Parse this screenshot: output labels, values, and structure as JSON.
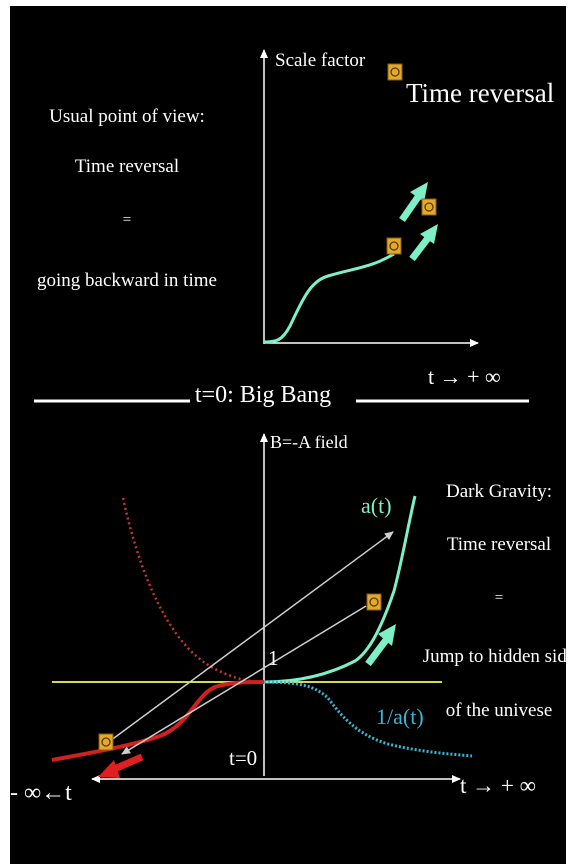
{
  "colors": {
    "background": "#000000",
    "axis": "#ffffff",
    "scale_curve": "#7ef0c8",
    "inverse_curve": "#39b6d6",
    "left_dotted": "#c0392b",
    "left_solid": "#d02020",
    "horizontal_line": "#d8d850",
    "badge": "#e2a92a"
  },
  "icons": [
    "badge-icon",
    "arrow-icon"
  ],
  "top": {
    "y_axis_label": "Scale factor",
    "legend_label": "Time reversal",
    "usual_view": {
      "line1": "Usual point of view:",
      "line2": "Time reversal",
      "line3": "=",
      "line4": "going backward in time"
    },
    "x_axis_label": "t → + ∞"
  },
  "divider_label": "t=0: Big Bang",
  "bottom": {
    "y_axis_label": "B=-A field",
    "a_label": "a(t)",
    "inv_label": "1/a(t)",
    "one_label": "1",
    "t0_label": "t=0",
    "right_axis_label": "t → + ∞",
    "left_axis_label": "- ∞←t",
    "dark_gravity": {
      "line1": "Dark Gravity:",
      "line2": "Time reversal",
      "line3": "=",
      "line4": "Jump to hidden side",
      "line5": "of  the univese"
    }
  }
}
